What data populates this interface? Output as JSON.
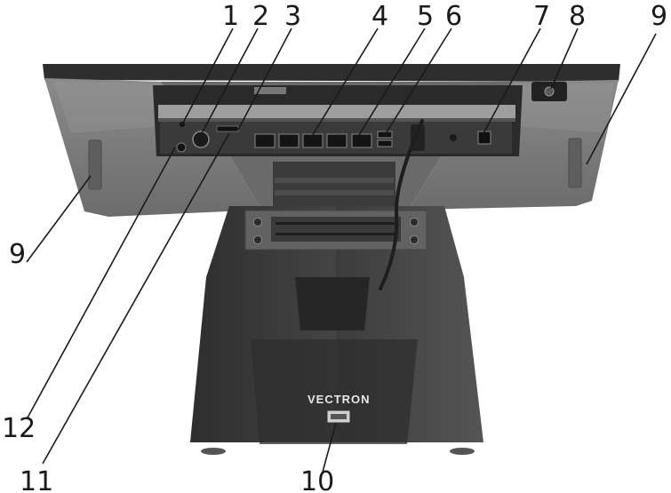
{
  "figure": {
    "brand_label": "VECTRON",
    "callouts": {
      "c1": "1",
      "c2": "2",
      "c3": "3",
      "c4": "4",
      "c5": "5",
      "c6": "6",
      "c7": "7",
      "c8": "8",
      "c9_top": "9",
      "c9_left": "9",
      "c10": "10",
      "c11": "11",
      "c12": "12"
    }
  },
  "colors": {
    "panel_gray": "#808080",
    "stand_dark": "#3a3a3a",
    "port_panel": "#2a2a2a",
    "leader_line": "#1a1a1a"
  }
}
